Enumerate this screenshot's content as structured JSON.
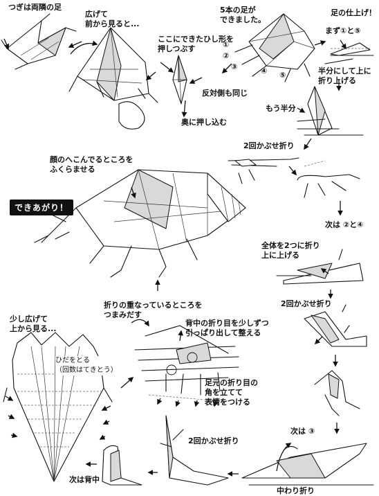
{
  "steps": {
    "s1": "つぎは両隣の足",
    "s2": "広げて\n前から見ると...",
    "s3": "ここにできたひし形を\n押しつぶす",
    "s3b": "反対側も同じ",
    "s3c": "奥に押し込む",
    "s4": "5本の足が\nできました。",
    "s5": "足の仕上げ！",
    "s5b": "まず①と⑤",
    "s6": "半分にして上に\n折り上げる",
    "s7": "もう半分",
    "s8": "2回かぶせ折り",
    "s9": "顔のへこんでるところを\nふくらませる",
    "done": "できあがり！",
    "s10": "次は ②と④",
    "s11": "全体を2つに折り\n上に上げる",
    "s12": "2回かぶせ折り",
    "s13": "折りの重なっているところを\nつまみだす",
    "s14": "背中の折り目を少しずつ\n引っぱり出して整える",
    "s15": "少し広げて\n上から見る...",
    "s16": "ひだをとる\n（回数はてきとう）",
    "s17": "足元の折り目の\n角を立てて\n表情をつける",
    "s18": "次は ③",
    "s19": "2回かぶせ折り",
    "s20": "次は背中",
    "s21": "中わり折り"
  },
  "numbers": {
    "n1": "①",
    "n2": "②",
    "n3": "③",
    "n4": "④",
    "n5": "⑤"
  }
}
